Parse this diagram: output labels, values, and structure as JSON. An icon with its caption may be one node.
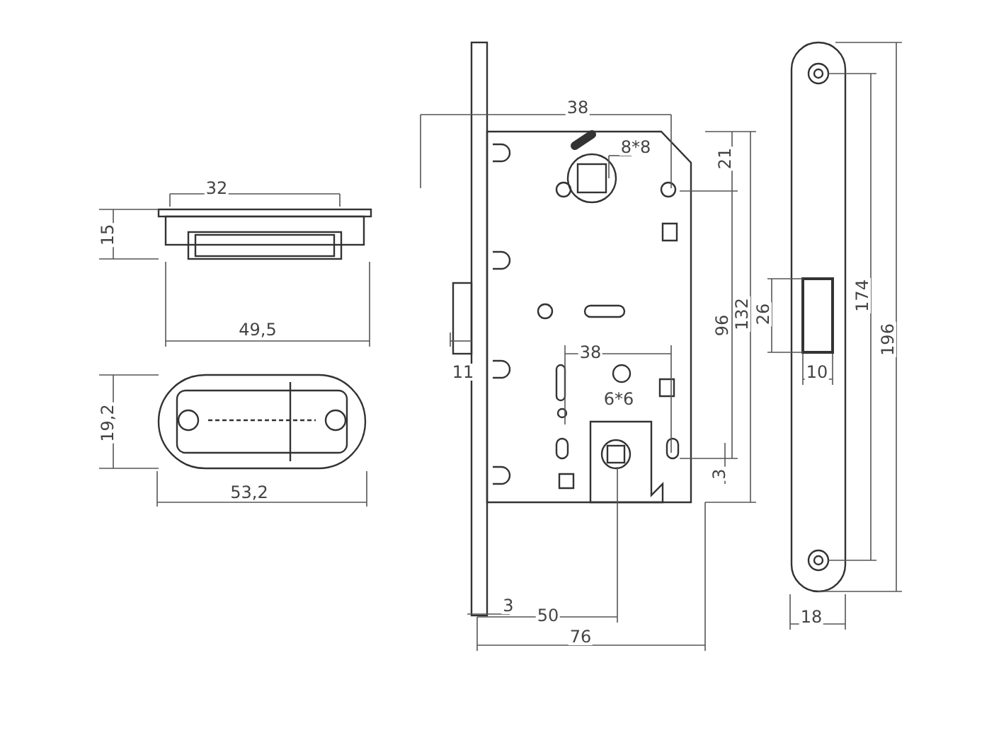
{
  "diagram": {
    "labels": [
      "38",
      "8*8",
      "21",
      "32",
      "15",
      "96",
      "132",
      "26",
      "174",
      "196",
      "49,5",
      "10",
      "11",
      "38",
      "6*6",
      "19,2",
      "3",
      "53,2",
      "3",
      "50",
      "76",
      "18"
    ]
  }
}
